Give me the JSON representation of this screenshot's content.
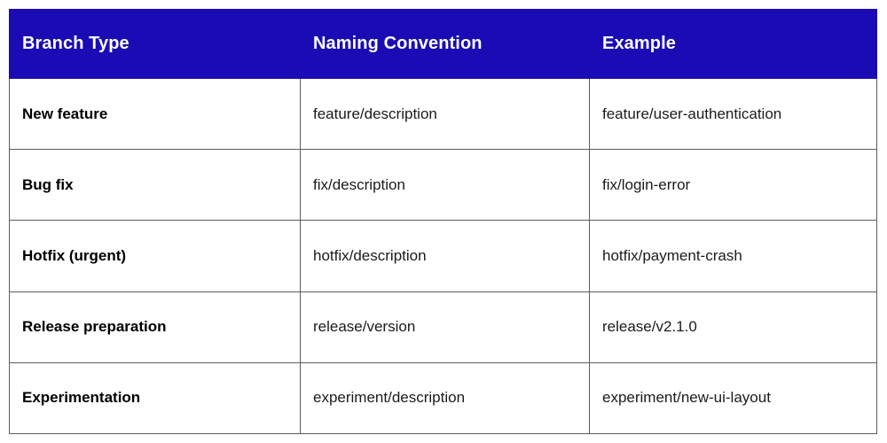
{
  "table": {
    "columns": [
      {
        "key": "type",
        "label": "Branch Type"
      },
      {
        "key": "naming",
        "label": "Naming Convention"
      },
      {
        "key": "example",
        "label": "Example"
      }
    ],
    "header_background": "#1a0bb5",
    "header_text_color": "#ffffff",
    "border_color": "#5c5c5c",
    "rows": [
      {
        "type": "New feature",
        "naming": "feature/description",
        "example": "feature/user-authentication"
      },
      {
        "type": "Bug fix",
        "naming": "fix/description",
        "example": "fix/login-error"
      },
      {
        "type": "Hotfix (urgent)",
        "naming": "hotfix/description",
        "example": "hotfix/payment-crash"
      },
      {
        "type": "Release preparation",
        "naming": "release/version",
        "example": "release/v2.1.0"
      },
      {
        "type": "Experimentation",
        "naming": "experiment/description",
        "example": "experiment/new-ui-layout"
      }
    ]
  }
}
